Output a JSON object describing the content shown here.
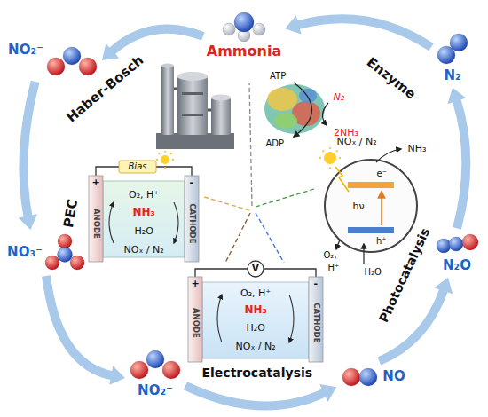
{
  "diagram": {
    "nodes": [
      {
        "text": [
          "Ammonia"
        ]
      },
      {
        "text": [
          "NO₂⁻"
        ]
      },
      {
        "text": [
          "NO₃⁻"
        ]
      },
      {
        "text": [
          "NO₂⁻"
        ]
      },
      {
        "text": [
          "NO"
        ]
      },
      {
        "text": [
          "N₂O"
        ]
      },
      {
        "text": [
          "N₂"
        ]
      }
    ],
    "edges": [
      {
        "from": 0,
        "to": 1,
        "arrow": "to"
      },
      {
        "from": 1,
        "to": 2,
        "arrow": "to"
      },
      {
        "from": 2,
        "to": 3,
        "arrow": "to"
      },
      {
        "from": 3,
        "to": 4,
        "arrow": "to"
      },
      {
        "from": 4,
        "to": 5,
        "arrow": "to"
      },
      {
        "from": 5,
        "to": 6,
        "arrow": "to"
      },
      {
        "from": 6,
        "to": 0,
        "arrow": "to"
      }
    ],
    "labels": [
      "Haber-Bosch",
      "Enzyme",
      "PEC",
      "Photocatalysis",
      "Electrocatalysis",
      "ATP",
      "ADP",
      "N₂",
      "2NH₃",
      "Bias",
      "+",
      "-",
      "ANODE",
      "CATHODE",
      "O₂, H⁺",
      "NH₃",
      "H₂O",
      "NOₓ / N₂",
      "V",
      "+",
      "-",
      "ANODE",
      "CATHODE",
      "O₂, H⁺",
      "NH₃",
      "H₂O",
      "NOₓ / N₂",
      "NOₓ / N₂",
      "NH₃",
      "e⁻",
      "hν",
      "h⁺",
      "O₂,",
      "H⁺",
      "H₂O"
    ]
  }
}
